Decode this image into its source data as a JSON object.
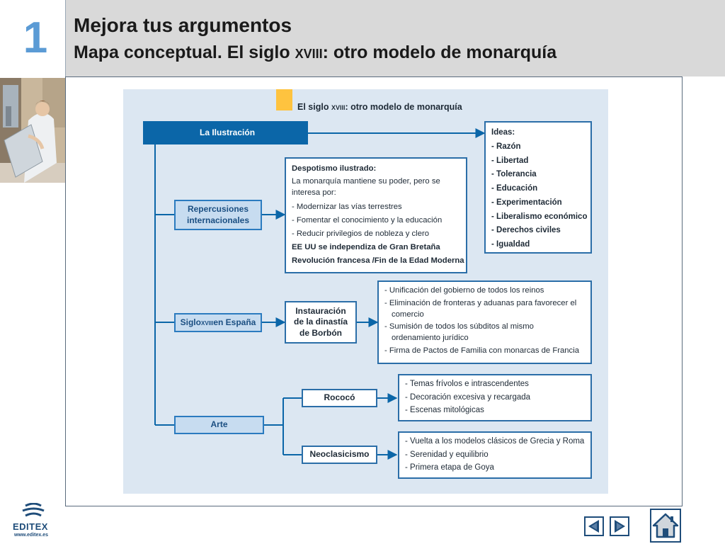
{
  "header": {
    "unit_number": "1",
    "title": "Mejora tus argumentos",
    "subtitle_before": "Mapa conceptual. El siglo ",
    "subtitle_century": "xviii",
    "subtitle_after": ": otro modelo de monarquía"
  },
  "diagram": {
    "title_before": "El siglo ",
    "title_century": "xviii",
    "title_after": ": otro modelo de monarquía",
    "ilustracion": "La Ilustración",
    "repercusiones": "Repercusiones internacionales",
    "siglo_espana_before": "Siglo ",
    "siglo_espana_century": "xviii",
    "siglo_espana_after": " en España",
    "arte": "Arte",
    "instauracion": "Instauración de la dinastía de Borbón",
    "rococo": "Rococó",
    "neoclasicismo": "Neoclasicismo",
    "ideas": {
      "heading": "Ideas:",
      "items": [
        "- Razón",
        "- Libertad",
        "- Tolerancia",
        "- Educación",
        "- Experimentación",
        "- Liberalismo económico",
        "- Derechos civiles",
        "- Igualdad"
      ]
    },
    "despotismo": {
      "heading": "Despotismo ilustrado:",
      "intro": "La monarquía mantiene su poder, pero se interesa por:",
      "items": [
        "- Modernizar las vías terrestres",
        "- Fomentar el conocimiento y la educación",
        "- Reducir privilegios de nobleza y clero"
      ],
      "line_eeuu": "EE UU se independiza de Gran Bretaña",
      "line_revolucion": "Revolución francesa /Fin de la Edad Moderna"
    },
    "borbon_list": [
      "- Unificación del gobierno de todos los reinos",
      "- Eliminación de fronteras y aduanas para favorecer el comercio",
      "- Sumisión de todos los súbditos al mismo ordenamiento jurídico",
      "- Firma de Pactos de Familia con monarcas de Francia"
    ],
    "rococo_list": [
      "- Temas frívolos e intrascendentes",
      "- Decoración excesiva y recargada",
      "- Escenas mitológicas"
    ],
    "neo_list": [
      "- Vuelta a los modelos clásicos de Grecia y Roma",
      "- Serenidad y equilibrio",
      "- Primera etapa de Goya"
    ]
  },
  "footer": {
    "logo_text": "EDITEX",
    "logo_url": "www.editex.es"
  },
  "colors": {
    "accent_blue": "#0b66a8",
    "unit_number": "#5b9bd5",
    "marker_yellow": "#fec33f",
    "diagram_bg": "#dce7f2"
  },
  "icons": [
    "previous-arrow-icon",
    "next-arrow-icon",
    "home-icon",
    "editex-logo-icon",
    "reading-woman-picture"
  ]
}
